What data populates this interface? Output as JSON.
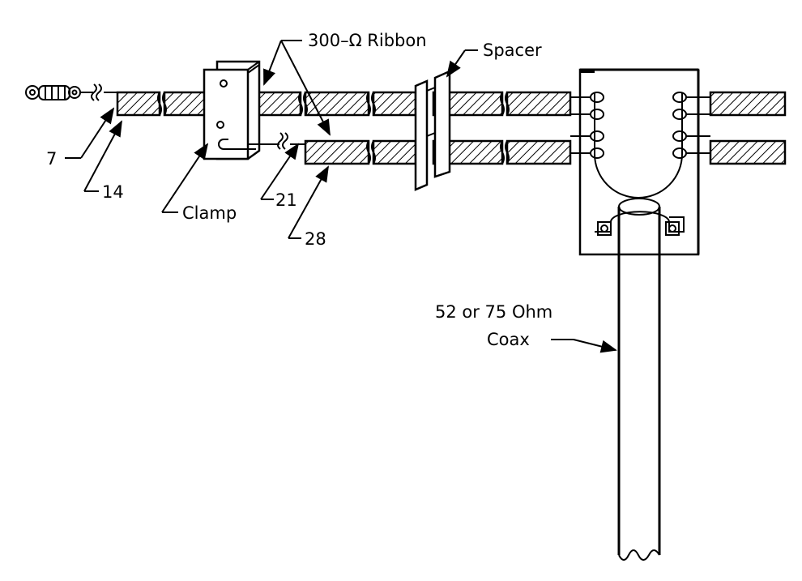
{
  "labels": {
    "ribbon": "300–Ω Ribbon",
    "spacer": "Spacer",
    "band7": "7",
    "band14": "14",
    "clamp": "Clamp",
    "band21": "21",
    "band28": "28",
    "coax_line1": "52 or 75 Ohm",
    "coax_line2": "Coax"
  },
  "colors": {
    "ink": "#000000",
    "paper": "#ffffff"
  },
  "icons": [
    "insulator-icon",
    "wire-break-icon",
    "coax-break-icon"
  ]
}
